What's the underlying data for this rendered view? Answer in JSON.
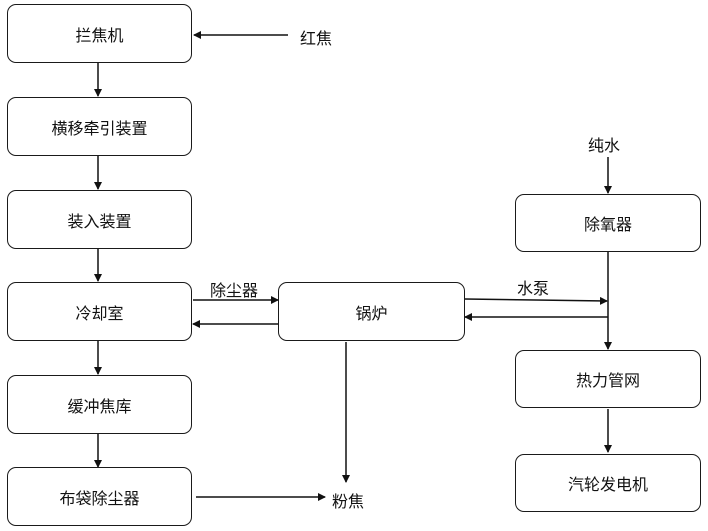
{
  "nodes": {
    "lanjiaoji": "拦焦机",
    "hengyi": "横移牵引装置",
    "zhuangru": "装入装置",
    "lengque": "冷却室",
    "huanchong": "缓冲焦库",
    "budai": "布袋除尘器",
    "guolu": "锅炉",
    "chuyangqi": "除氧器",
    "reli": "热力管网",
    "qilun": "汽轮发电机"
  },
  "labels": {
    "hongjiao": "红焦",
    "chunshui": "纯水",
    "chuchenqi": "除尘器",
    "shuibeng": "水泵",
    "fenjiao": "粉焦"
  }
}
